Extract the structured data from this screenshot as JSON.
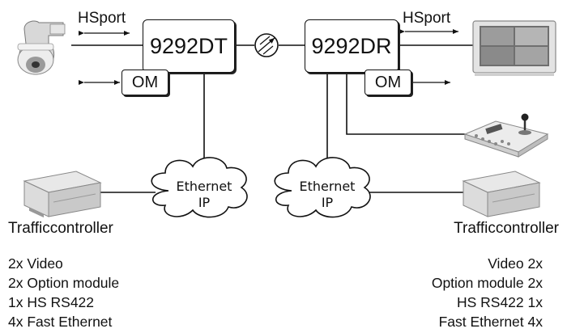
{
  "left_unit": {
    "label": "9292DT",
    "module": "OM",
    "port": "HSport"
  },
  "right_unit": {
    "label": "9292DR",
    "module": "OM",
    "port": "HSport"
  },
  "clouds": [
    {
      "line1": "Ethernet",
      "line2": "IP"
    },
    {
      "line1": "Ethernet",
      "line2": "IP"
    }
  ],
  "left_controller": {
    "label": "Trafficcontroller"
  },
  "right_controller": {
    "label": "Trafficcontroller"
  },
  "left_specs": [
    "2x Video",
    "2x Option module",
    "1x HS RS422",
    "4x Fast Ethernet"
  ],
  "right_specs": [
    "Video 2x",
    "Option module 2x",
    "HS RS422 1x",
    "Fast Ethernet 4x"
  ],
  "colors": {
    "line": "#111111",
    "box_border": "#111111",
    "background": "#ffffff"
  }
}
